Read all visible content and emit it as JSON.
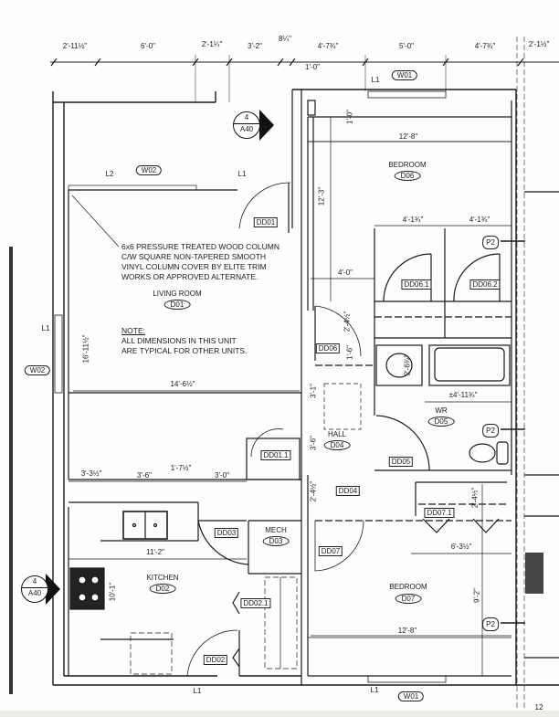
{
  "top_dimensions": [
    "2'-11½\"",
    "6'-0\"",
    "2'-1¼\"",
    "3'-2\"",
    "8¼\"",
    "4'-7¾\"",
    "5'-0\"",
    "4'-7¾\"",
    "2'-1½\""
  ],
  "dimensions": {
    "closet_top": "1'-0\"",
    "closet_side": "1'-0\"",
    "bedroom1_width": "12'-8\"",
    "bedroom1_depth": "12'-3\"",
    "closet_a": "4'-1¾\"",
    "closet_b": "4'-1¾\"",
    "hall_width": "4'-0\"",
    "hall_a": "2'-4½\"",
    "hall_b": "1'-6\"",
    "living_depth": "16'-11½\"",
    "living_width": "14'-6½\"",
    "hall_c": "3'-1\"",
    "tub": "±4'-11¾\"",
    "vanity": "2'-6¾\"",
    "hall_d": "3'-6\"",
    "kitchen_a": "3'-3½\"",
    "kitchen_b": "3'-6\"",
    "kitchen_c": "1'-7½\"",
    "kitchen_d": "3'-0\"",
    "hall_e": "2'-4½\"",
    "closet_d07": "2'-4½\"",
    "kitchen_width": "11'-2\"",
    "kitchen_depth": "10'-1\"",
    "bedroom2_a": "6'-3½\"",
    "bedroom2_depth": "9'-2\"",
    "bedroom2_width": "12'-8\""
  },
  "rooms": [
    {
      "name": "LIVING ROOM",
      "code": "D01"
    },
    {
      "name": "KITCHEN",
      "code": "D02"
    },
    {
      "name": "MECH",
      "code": "D03"
    },
    {
      "name": "HALL",
      "code": "D04"
    },
    {
      "name": "WR",
      "code": "D05"
    },
    {
      "name": "BEDROOM",
      "code": "D06"
    },
    {
      "name": "BEDROOM",
      "code": "D07"
    }
  ],
  "doors": [
    "DD01",
    "DD01.1",
    "DD02",
    "DD02.1",
    "DD03",
    "DD04",
    "DD05",
    "DD06",
    "DD06.1",
    "DD06.2",
    "DD07",
    "DD07.1"
  ],
  "windows": {
    "w01": "W01",
    "w02": "W02",
    "w01b": "W01",
    "w02b": "W02"
  },
  "lintels": {
    "l1a": "L1",
    "l2": "L2",
    "l1b": "L1",
    "l1c": "L1",
    "l1d": "L1",
    "l1e": "L1"
  },
  "partitions": {
    "p2a": "P2",
    "p2b": "P2",
    "p2c": "P2"
  },
  "section_markers": [
    {
      "number": "4",
      "sheet": "A40"
    },
    {
      "number": "4",
      "sheet": "A40"
    }
  ],
  "column_note": [
    "6x6 PRESSURE TREATED WOOD COLUMN",
    "C/W SQUARE NON-TAPERED SMOOTH",
    "VINYL COLUMN COVER BY ELITE TRIM",
    "WORKS OR APPROVED ALTERNATE."
  ],
  "note": {
    "title": "NOTE:",
    "lines": [
      "ALL DIMENSIONS IN THIS UNIT",
      "ARE TYPICAL FOR OTHER UNITS."
    ]
  },
  "page_number": "12"
}
